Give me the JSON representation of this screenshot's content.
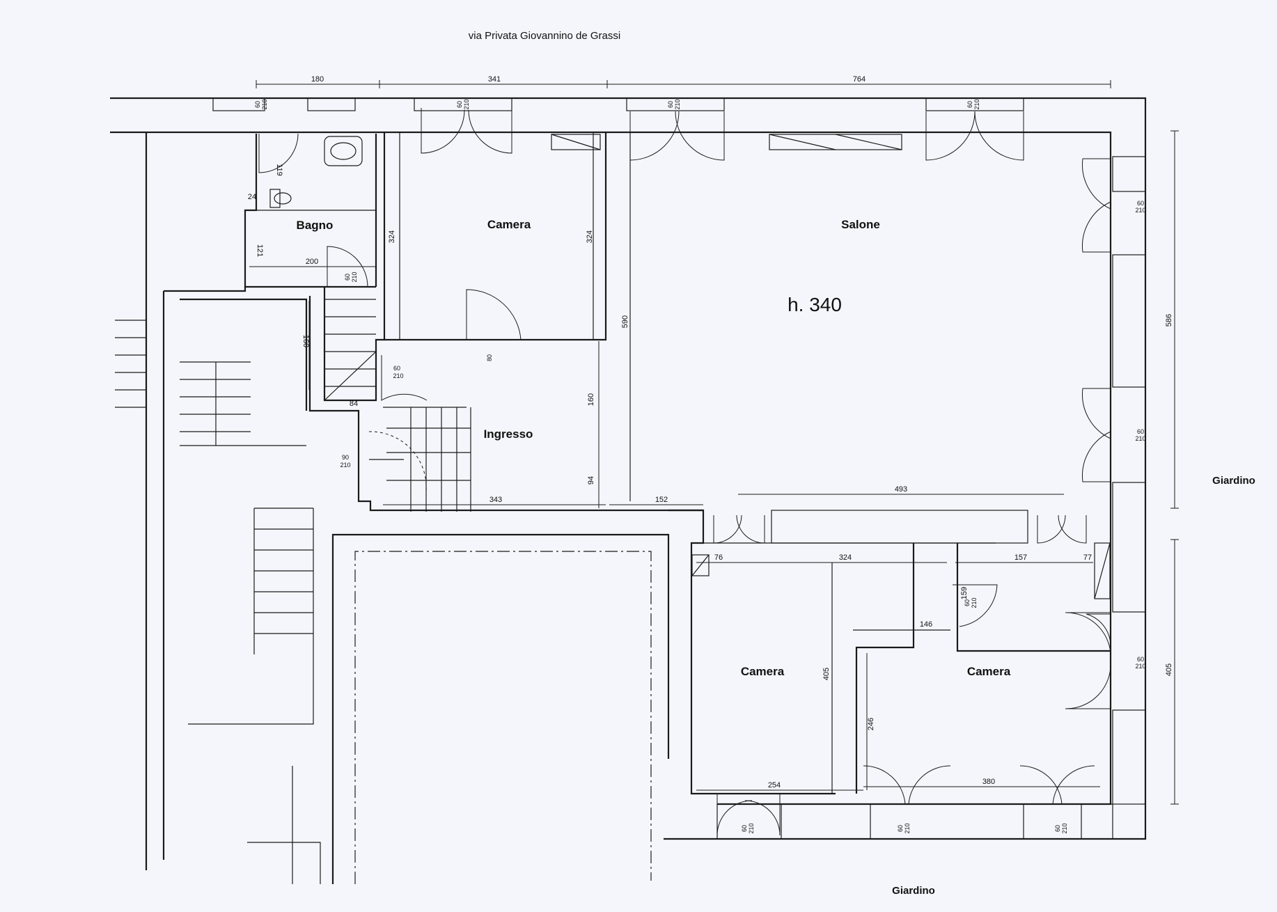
{
  "street": "via Privata Giovannino de Grassi",
  "height_label": "h. 340",
  "rooms": {
    "bagno": "Bagno",
    "camera_top": "Camera",
    "salone": "Salone",
    "ingresso": "Ingresso",
    "camera_bl": "Camera",
    "camera_br": "Camera"
  },
  "garden": {
    "right": "Giardino",
    "bottom": "Giardino"
  },
  "dims": {
    "top_180": "180",
    "top_341": "341",
    "top_764": "764",
    "bagno_119": "119",
    "bagno_24": "24",
    "bagno_121": "121",
    "bagno_200": "200",
    "camera_324_left": "324",
    "camera_324_right": "324",
    "stair_160": "160",
    "stair_84": "84",
    "salone_590": "590",
    "ingresso_160": "160",
    "ingresso_94": "94",
    "ingresso_343": "343",
    "ingresso_152": "152",
    "salone_493": "493",
    "right_586": "586",
    "right_405": "405",
    "bl_76": "76",
    "bl_324": "324",
    "br_157": "157",
    "br_77": "77",
    "br_159": "159",
    "br_146": "146",
    "bl_405": "405",
    "br_246": "246",
    "bl_254": "254",
    "br_380": "380"
  },
  "openings": {
    "w_standard": "60",
    "h_standard": "210",
    "door_80": "80",
    "door_90": "90"
  }
}
